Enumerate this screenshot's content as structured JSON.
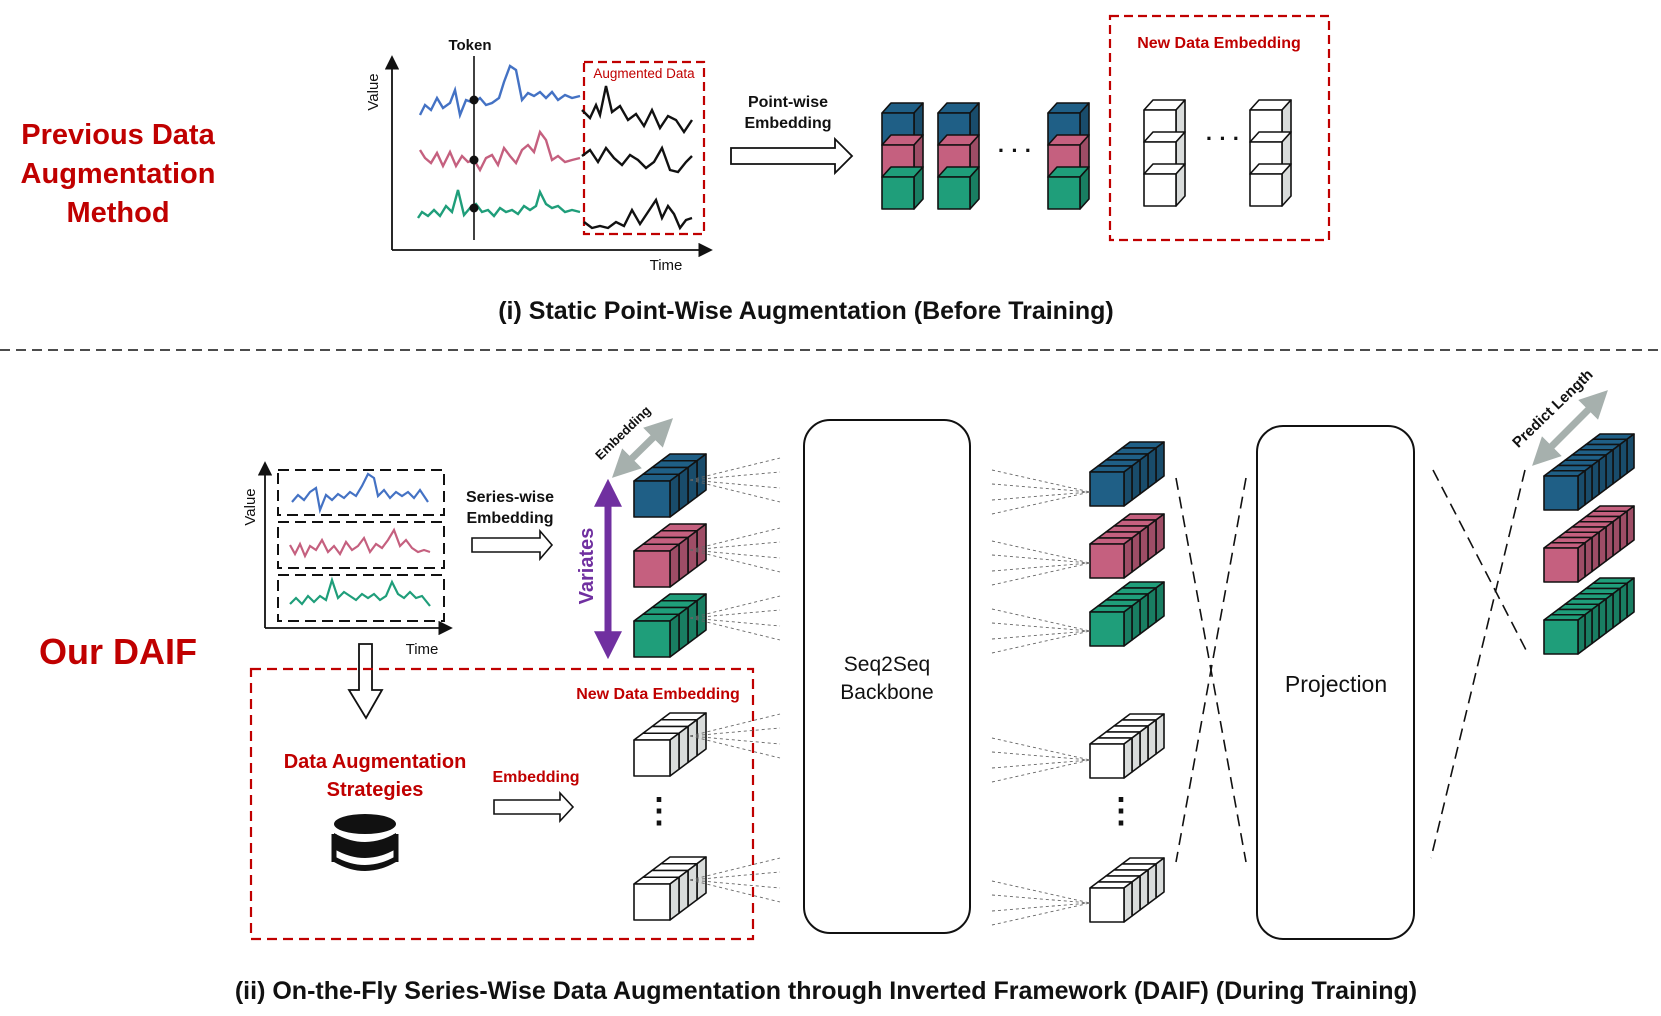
{
  "top": {
    "side_title": [
      "Previous Data",
      "Augmentation",
      "Method"
    ],
    "token_label": "Token",
    "value_label": "Value",
    "time_label": "Time",
    "augmented_label": "Augmented Data",
    "arrow_label": [
      "Point-wise",
      "Embedding"
    ],
    "new_embedding_label": "New Data Embedding",
    "ellipsis": "· · ·",
    "caption": "(i) Static Point-Wise Augmentation (Before Training)"
  },
  "bottom": {
    "side_title": "Our DAIF",
    "value_label": "Value",
    "time_label": "Time",
    "series_arrow_label": [
      "Series-wise",
      "Embedding"
    ],
    "embedding_dim_label": "Embedding",
    "variates_label": "Variates",
    "new_embedding_label": "New Data Embedding",
    "strategies_label": [
      "Data Augmentation",
      "Strategies"
    ],
    "strategies_arrow_label": "Embedding",
    "backbone_label": [
      "Seq2Seq",
      "Backbone"
    ],
    "projection_label": "Projection",
    "predict_length_label": "Predict Length",
    "vertical_dots": "⋮",
    "caption": "(ii) On-the-Fly Series-Wise Data Augmentation through Inverted Framework (DAIF) (During Training)"
  },
  "colors": {
    "red": "#c00000",
    "blue": "#1f5f86",
    "pink": "#c5607f",
    "green": "#1f9e7a",
    "line_blue": "#4472c4",
    "line_pink": "#c5607f",
    "line_green": "#1f9e7a",
    "purple": "#7030a0",
    "gray_arrow": "#a6b0ad"
  }
}
